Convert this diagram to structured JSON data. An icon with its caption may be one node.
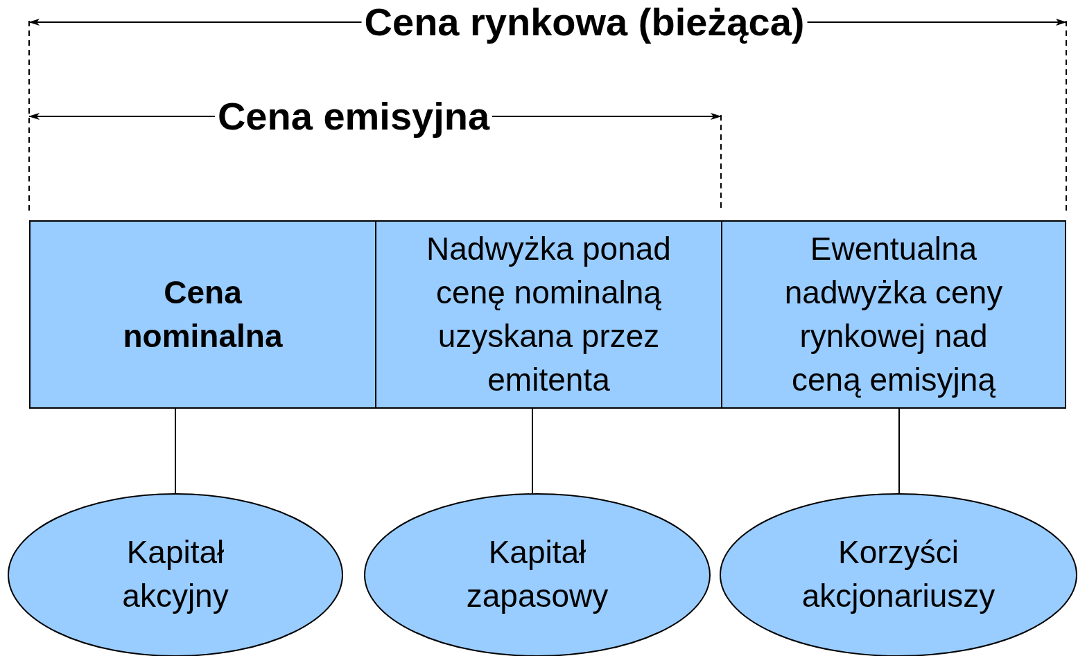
{
  "diagram": {
    "nodes": [
      {
        "text": [
          "Cena nominalna"
        ]
      },
      {
        "text": [
          "Nadwyżka ponad cenę nominalną uzyskana przez emitenta"
        ]
      },
      {
        "text": [
          "Ewentualna nadwyżka ceny rynkowej nad ceną emisyjną"
        ]
      },
      {
        "text": [
          "Kapitał akcyjny"
        ]
      },
      {
        "text": [
          "Kapitał zapasowy"
        ]
      },
      {
        "text": [
          "Korzyści akcjonariuszy"
        ]
      }
    ],
    "edges": [
      {
        "from": 0,
        "to": 3,
        "arrow": "none"
      },
      {
        "from": 1,
        "to": 4,
        "arrow": "none"
      },
      {
        "from": 2,
        "to": 5,
        "arrow": "none"
      }
    ],
    "labels": [
      "Cena rynkowa (bieżąca)",
      "Cena emisyjna"
    ]
  }
}
